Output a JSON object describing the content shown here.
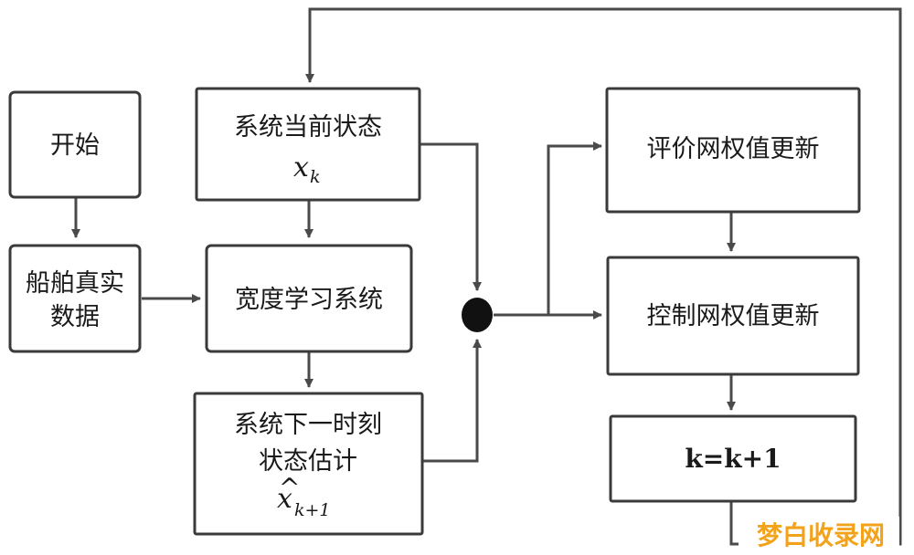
{
  "nodes": {
    "start": "开始",
    "ship_data_1": "船舶真实",
    "ship_data_2": "数据",
    "current_state": "系统当前状态",
    "current_state_var": "x",
    "current_state_sub": "k",
    "bls": "宽度学习系统",
    "next_state_1": "系统下一时刻",
    "next_state_2": "状态估计",
    "next_state_var": "x",
    "next_state_hat": "^",
    "next_state_sub": "k+1",
    "critic_update": "评价网权值更新",
    "control_update": "控制网权值更新",
    "increment": "k=k+1"
  },
  "watermark": "梦白收录网"
}
